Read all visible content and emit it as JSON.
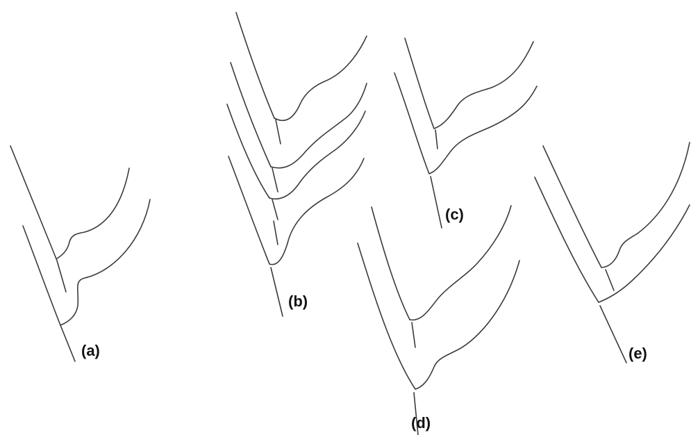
{
  "figure": {
    "panels": [
      {
        "id": "a",
        "label": "(a)"
      },
      {
        "id": "b",
        "label": "(b)"
      },
      {
        "id": "c",
        "label": "(c)"
      },
      {
        "id": "d",
        "label": "(d)"
      },
      {
        "id": "e",
        "label": "(e)"
      }
    ],
    "colors": {
      "line": "#3a3a3a",
      "label": "#111111",
      "background": "#ffffff"
    }
  }
}
